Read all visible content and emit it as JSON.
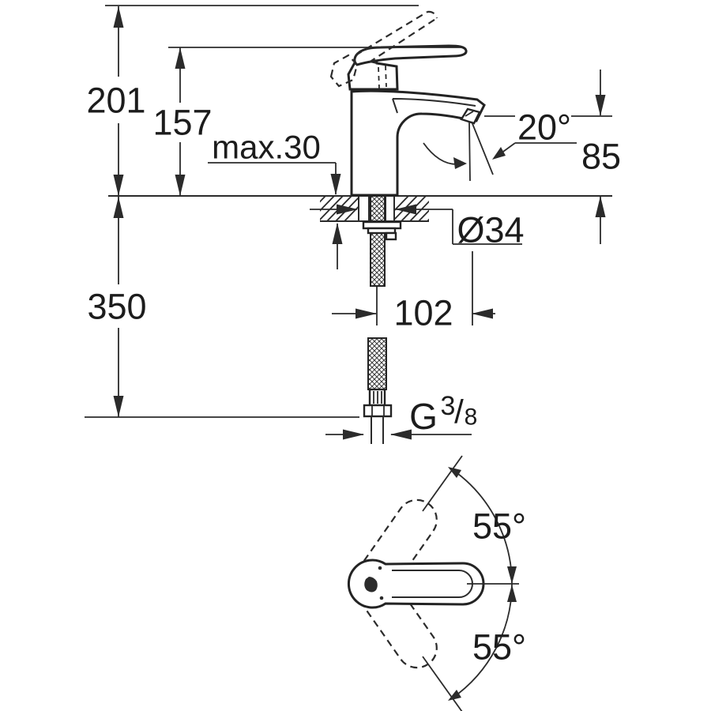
{
  "drawing": {
    "kind": "technical-dimension-drawing",
    "subject": "single-lever basin mixer faucet, side view with mounting section and top view of handle swivel",
    "colors": {
      "line": "#2b2b2b",
      "text": "#1c1c1c",
      "background": "#ffffff"
    },
    "labels": {
      "total_height": "201",
      "height_to_spout": "157",
      "max_deck_thickness": "max.30",
      "stream_angle": "20°",
      "spout_height": "85",
      "hole_diameter": "Ø34",
      "below_deck_length": "350",
      "spout_reach": "102",
      "thread_G": "G",
      "thread_numerator": "3",
      "thread_slash": "/",
      "thread_denominator": "8",
      "swivel_angle_upper": "55°",
      "swivel_angle_lower": "55°"
    }
  }
}
